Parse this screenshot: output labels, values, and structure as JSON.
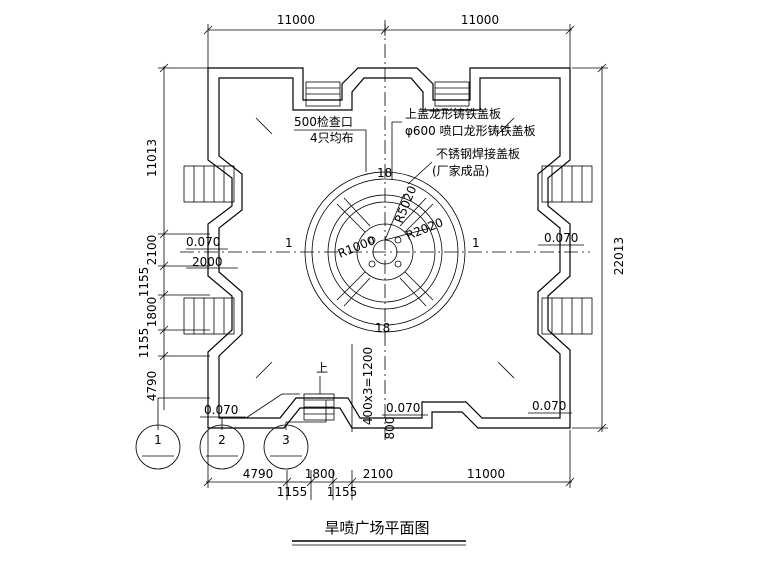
{
  "title": "旱喷广场平面图",
  "dimensions": {
    "top_left": "11000",
    "top_right": "11000",
    "right_total": "22013",
    "left_top": "11013",
    "left_2100": "2100",
    "left_1155_a": "1155",
    "left_1800": "1800",
    "left_1155_b": "1155",
    "left_4790": "4790",
    "inner_2000": "2000",
    "bottom_4790": "4790",
    "bottom_1800": "1800",
    "bottom_2100": "2100",
    "bottom_11000": "11000",
    "bottom_1155_a": "1155",
    "bottom_1155_b": "1155",
    "vertical_1200": "400x3=1200",
    "vertical_800": "800"
  },
  "levels": {
    "left": "0.070",
    "right": "0.070",
    "bottom_left": "0.070",
    "bottom_mid": "0.070",
    "bottom_right": "0.070"
  },
  "annotations": {
    "inspection_1": "500检查口",
    "inspection_2": "4只均布",
    "cover_1": "上盖龙形铸铁盖板",
    "cover_2": "φ600 喷口龙形铸铁盖板",
    "steel_1": "不锈钢焊接盖板",
    "steel_2": "(厂家成品)",
    "up": "上"
  },
  "radii": {
    "r1000": "R1000",
    "r2020": "R2020",
    "r5020": "R5020"
  },
  "section_marks": {
    "s18_top": "18",
    "s18_bottom": "18",
    "s1_left": "1",
    "s1_right": "1"
  },
  "callouts": [
    "1",
    "2",
    "3"
  ]
}
